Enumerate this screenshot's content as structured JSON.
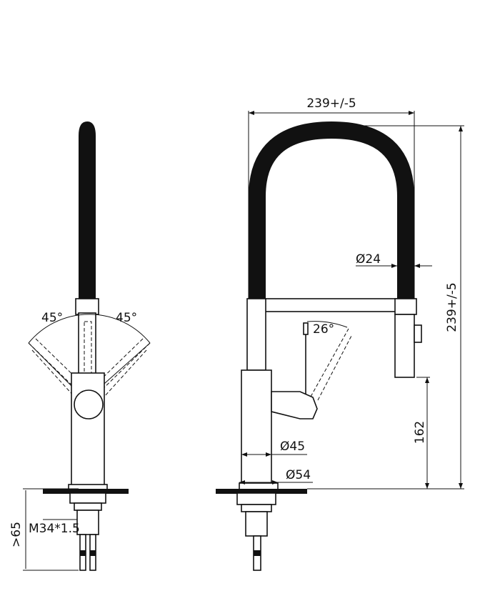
{
  "dimensions": {
    "width": "239+/-5",
    "height": "239+/-5",
    "hose_diameter": "Ø24",
    "spout_height": "162",
    "body_diameter": "Ø45",
    "base_diameter": "Ø54",
    "thread": "M34*1.5",
    "shank_length": ">65",
    "handle_angle": "26°",
    "swivel_left": "45°",
    "swivel_right": "45°"
  }
}
